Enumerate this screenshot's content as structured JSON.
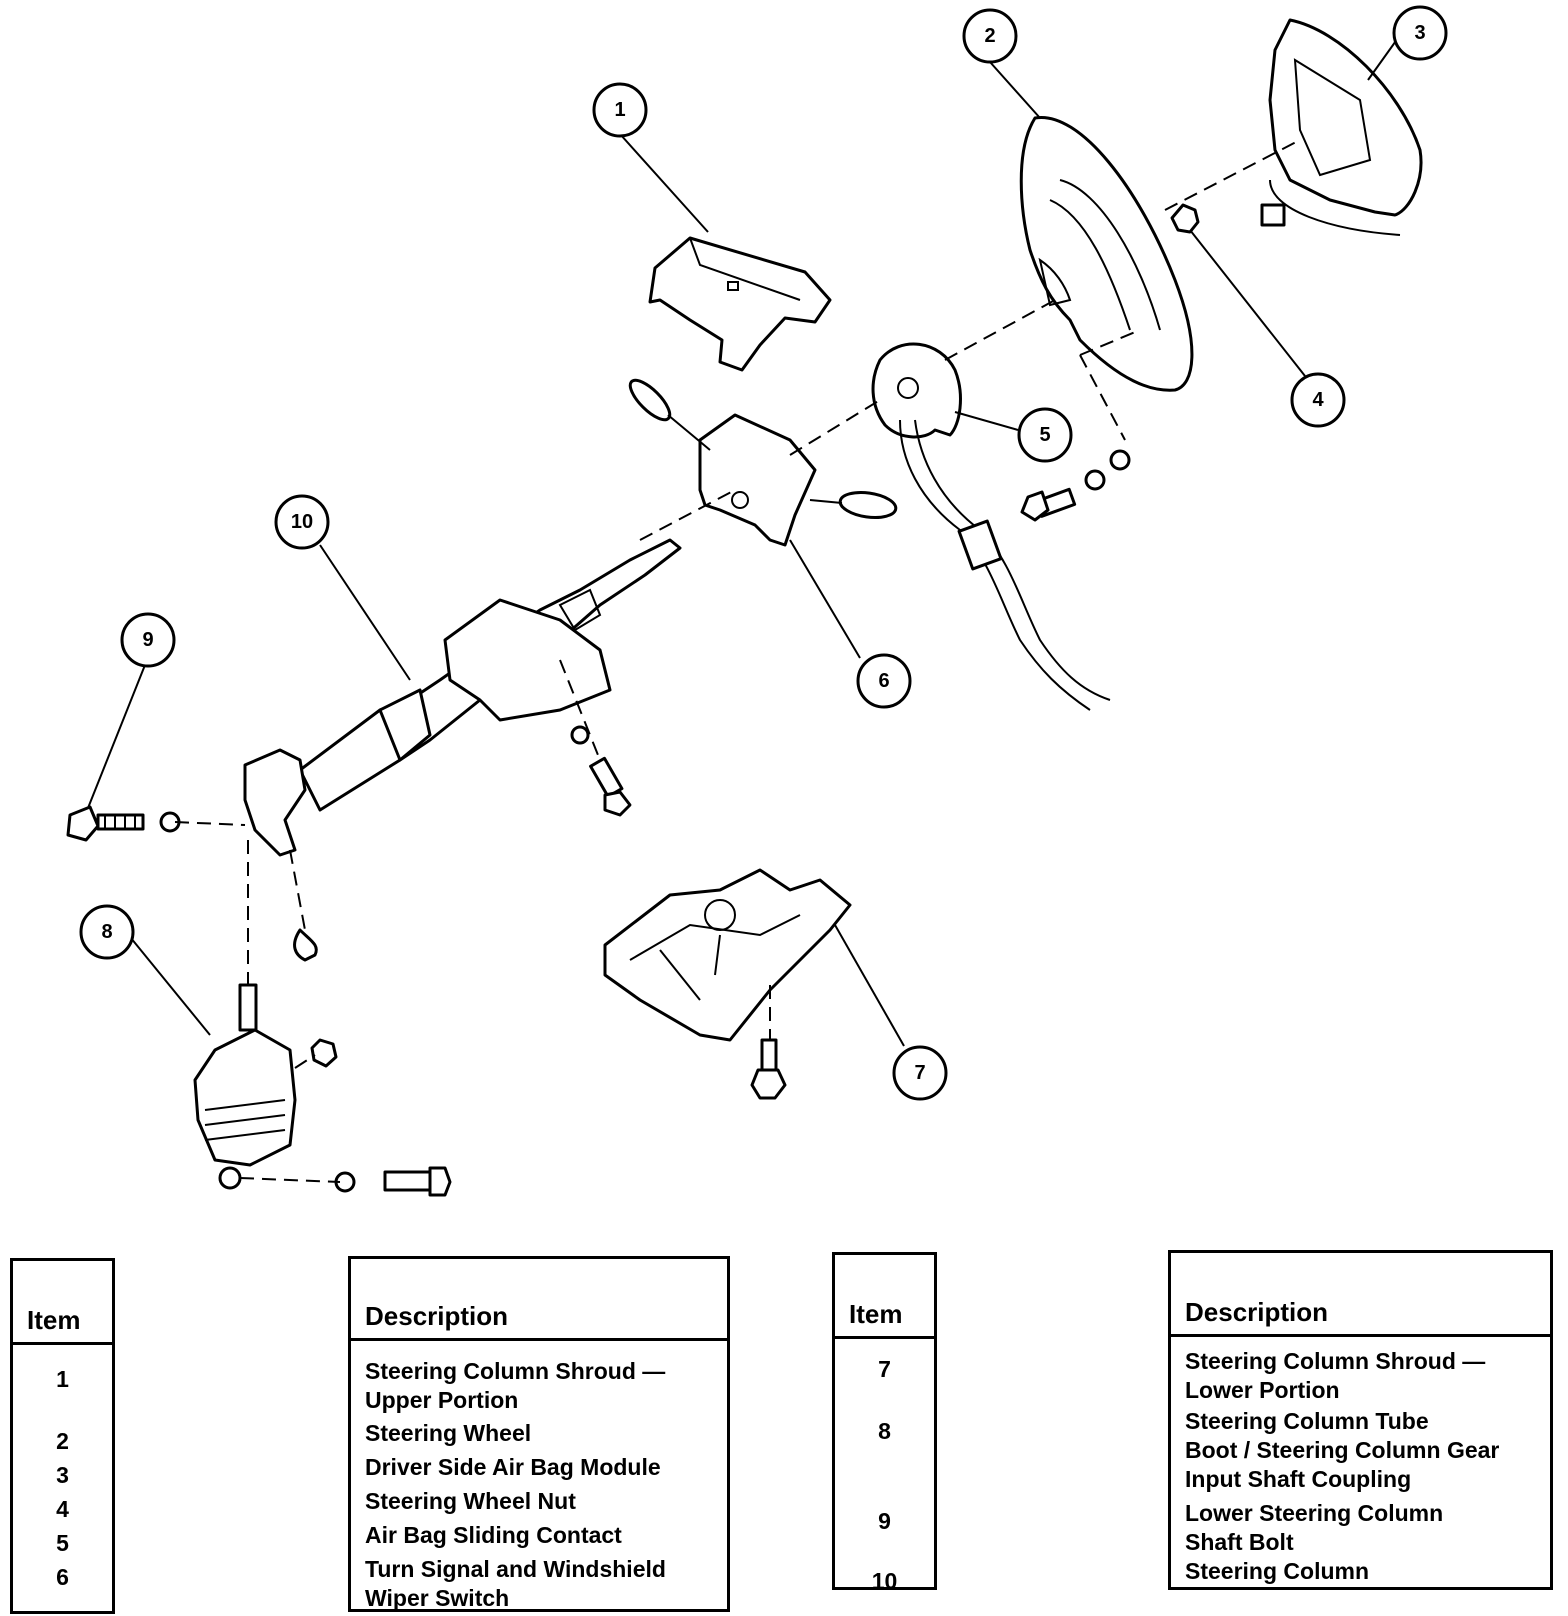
{
  "callouts": [
    "1",
    "2",
    "3",
    "4",
    "5",
    "6",
    "7",
    "8",
    "9",
    "10"
  ],
  "table_left": {
    "item_header": "Item",
    "description_header": "Description",
    "rows": [
      {
        "item": "1",
        "description": "Steering Column Shroud —\nUpper Portion"
      },
      {
        "item": "2",
        "description": "Steering Wheel"
      },
      {
        "item": "3",
        "description": "Driver Side Air Bag Module"
      },
      {
        "item": "4",
        "description": "Steering Wheel Nut"
      },
      {
        "item": "5",
        "description": "Air Bag Sliding Contact"
      },
      {
        "item": "6",
        "description": "Turn Signal and Windshield\nWiper Switch"
      }
    ]
  },
  "table_right": {
    "item_header": "Item",
    "description_header": "Description",
    "rows": [
      {
        "item": "7",
        "description": "Steering Column Shroud —\nLower Portion"
      },
      {
        "item": "8",
        "description": "Steering Column Tube\nBoot / Steering Column Gear\nInput Shaft Coupling"
      },
      {
        "item": "9",
        "description": "Lower Steering Column\nShaft Bolt"
      },
      {
        "item": "10",
        "description": "Steering Column"
      }
    ]
  }
}
